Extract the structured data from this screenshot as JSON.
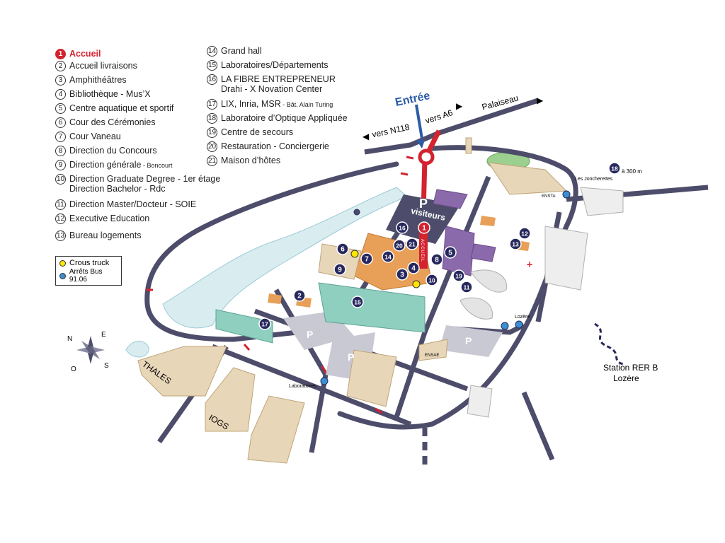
{
  "legend": {
    "items": [
      {
        "num": "1",
        "label": "Accueil",
        "style": "red"
      },
      {
        "num": "2",
        "label": "Accueil livraisons"
      },
      {
        "num": "3",
        "label": "Amphithéâtres"
      },
      {
        "num": "4",
        "label": "Bibliothèque - Mus’X"
      },
      {
        "num": "5",
        "label": "Centre aquatique et sportif"
      },
      {
        "num": "6",
        "label": "Cour des Cérémonies"
      },
      {
        "num": "7",
        "label": "Cour Vaneau"
      },
      {
        "num": "8",
        "label": "Direction du Concours"
      },
      {
        "num": "9",
        "label": "Direction générale",
        "note": " - Boncourt"
      },
      {
        "num": "10",
        "label": "Direction Graduate Degree - 1er étage",
        "line2": "Direction Bachelor - Rdc"
      },
      {
        "num": "11",
        "label": "Direction Master/Docteur - SOIE"
      },
      {
        "num": "12",
        "label": "Executive Education"
      },
      {
        "num": "13",
        "label": "Bureau logements"
      },
      {
        "num": "14",
        "label": "Grand hall"
      },
      {
        "num": "15",
        "label": "Laboratoires/Départements"
      },
      {
        "num": "16",
        "label": "LA FIBRE ENTREPRENEUR",
        "line2": "Drahi - X Novation Center"
      },
      {
        "num": "17",
        "label": "LIX, Inria, MSR",
        "note": " - Bât. Alain Turing"
      },
      {
        "num": "18",
        "label": "Laboratoire d’Optique Appliquée"
      },
      {
        "num": "19",
        "label": "Centre de secours"
      },
      {
        "num": "20",
        "label": "Restauration - Conciergerie"
      },
      {
        "num": "21",
        "label": "Maison d’hôtes"
      }
    ],
    "info": {
      "crous": "Crous truck",
      "bus": "Arrêts Bus 91.06"
    }
  },
  "map_labels": {
    "entree": "Entrée",
    "palaiseau": "Palaiseau",
    "vers_n118": "vers N118",
    "vers_a6": "vers A6",
    "parking_visiteurs_p": "P",
    "parking_visiteurs": "visiteurs",
    "accueil_vertical": "ACCUEIL",
    "les_joncherettes": "Les Joncherettes",
    "distance_18": "à 300 m",
    "lozere_stop": "Lozère",
    "laboratoires_stop": "Laboratoires",
    "station_line1": "Station RER B",
    "station_line2": "Lozère",
    "thales": "THALES",
    "iogs": "IOGS",
    "ensae": "ENSAE",
    "enstа": "ENSTA",
    "compass_n": "N",
    "compass_e": "E",
    "compass_s": "S",
    "compass_o": "O",
    "parking_p": "P"
  },
  "colors": {
    "road": "#4d4d6b",
    "accent_red": "#d3232f",
    "marker_navy": "#27285e",
    "building_orange": "#e8a058",
    "building_teal": "#8fcfbf",
    "building_purple": "#8a6aaa",
    "building_beige": "#e8d6b8",
    "water": "#d9ecf0",
    "parking_grey": "#c9c9d4",
    "entrance_blue": "#2b5ba8",
    "crous_yellow": "#ffe600",
    "bus_blue": "#3b8fd1"
  }
}
